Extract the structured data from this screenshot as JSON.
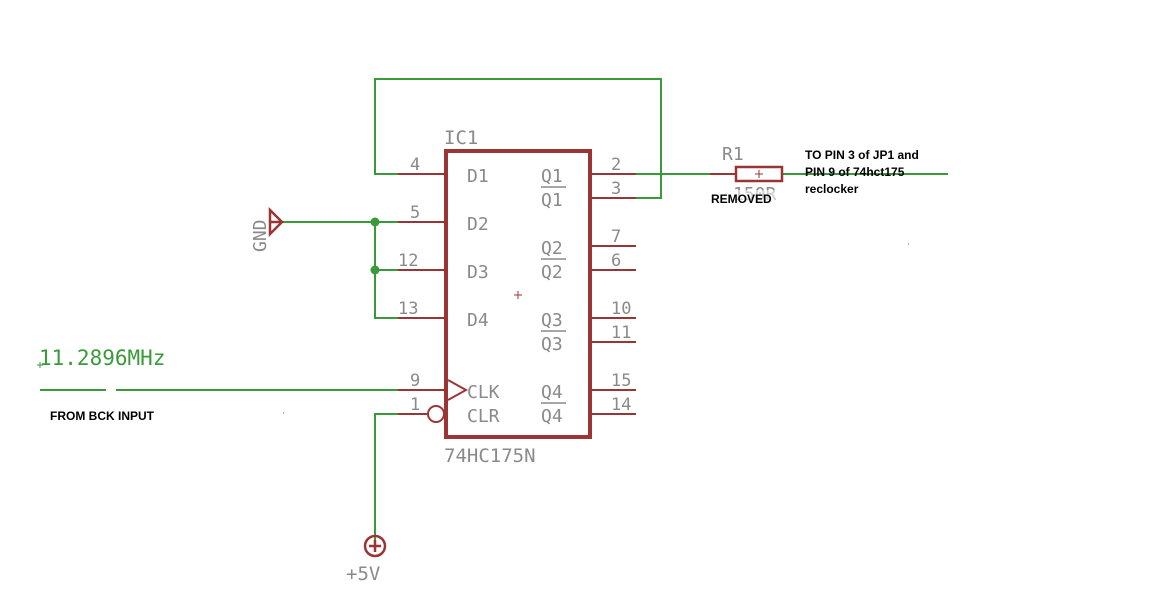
{
  "colors": {
    "wire": "#3a9a3a",
    "part": "#9b3535",
    "label": "#8a8a8a",
    "net_label": "#3a9a3a",
    "note": "#000000",
    "background": "#ffffff"
  },
  "ic": {
    "name": "IC1",
    "value": "74HC175N",
    "pins_left": [
      {
        "num": "4",
        "label": "D1"
      },
      {
        "num": "5",
        "label": "D2"
      },
      {
        "num": "12",
        "label": "D3"
      },
      {
        "num": "13",
        "label": "D4"
      },
      {
        "num": "9",
        "label": "CLK"
      },
      {
        "num": "1",
        "label": "CLR"
      }
    ],
    "pins_right": [
      {
        "num": "2",
        "label": "Q1"
      },
      {
        "num": "3",
        "label": "Q1"
      },
      {
        "num": "7",
        "label": "Q2"
      },
      {
        "num": "6",
        "label": "Q2"
      },
      {
        "num": "10",
        "label": "Q3"
      },
      {
        "num": "11",
        "label": "Q3"
      },
      {
        "num": "15",
        "label": "Q4"
      },
      {
        "num": "14",
        "label": "Q4"
      }
    ]
  },
  "resistor": {
    "name": "R1",
    "value": "150R",
    "note": "REMOVED"
  },
  "gnd": {
    "label": "GND"
  },
  "supply": {
    "label": "+5V"
  },
  "clock_net": {
    "label": "11.2896MHz",
    "note": "FROM BCK INPUT"
  },
  "output_note": {
    "line1": "TO PIN 3 of JP1 and",
    "line2": "PIN 9 of 74hct175",
    "line3": "reclocker"
  }
}
